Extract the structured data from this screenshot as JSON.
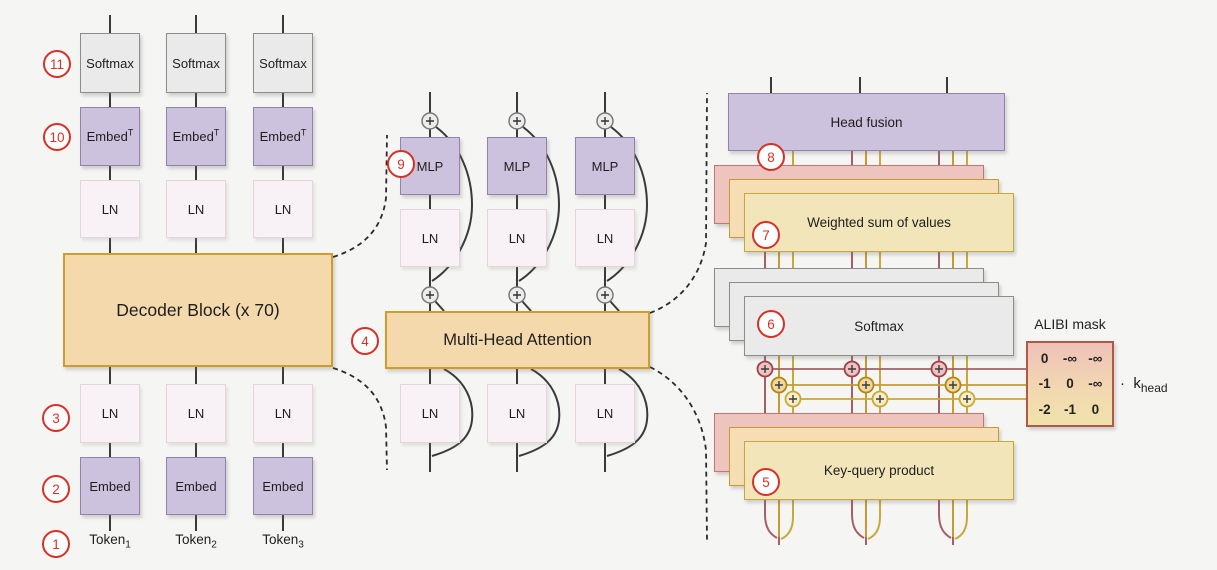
{
  "colors": {
    "background": "#f5f5f3",
    "box_gray": "#eaeaea",
    "box_purple": "#cdc2dd",
    "box_light_pink": "#f8f1f5",
    "box_tan": "#f4d9ad",
    "layer_pink": "#edc5be",
    "layer_peach": "#f6ddb4",
    "layer_yellow": "#f2e5ba",
    "step_circle_red": "#d93025",
    "wire_dark": "#3a3a3a",
    "wire_maroon": "#a65f66",
    "wire_gold": "#c89a2f",
    "alibi_border": "#b35747"
  },
  "steps": [
    "1",
    "2",
    "3",
    "4",
    "5",
    "6",
    "7",
    "8",
    "9",
    "10",
    "11"
  ],
  "left": {
    "softmax": "Softmax",
    "embed_t_base": "Embed",
    "embed_t_sup": "T",
    "ln": "LN",
    "decoder": "Decoder Block (x 70)",
    "embed": "Embed",
    "tokens": [
      {
        "base": "Token",
        "sub": "1"
      },
      {
        "base": "Token",
        "sub": "2"
      },
      {
        "base": "Token",
        "sub": "3"
      }
    ]
  },
  "middle": {
    "mlp": "MLP",
    "ln": "LN",
    "mha": "Multi-Head Attention"
  },
  "right": {
    "head_fusion": "Head fusion",
    "weighted_sum": "Weighted sum of values",
    "softmax": "Softmax",
    "key_query": "Key-query product",
    "alibi_title": "ALIBI mask",
    "matrix": [
      [
        "0",
        "-∞",
        "-∞"
      ],
      [
        "-1",
        "0",
        "-∞"
      ],
      [
        "-2",
        "-1",
        "0"
      ]
    ],
    "dot": "·",
    "k_base": "k",
    "k_sub": "head"
  }
}
